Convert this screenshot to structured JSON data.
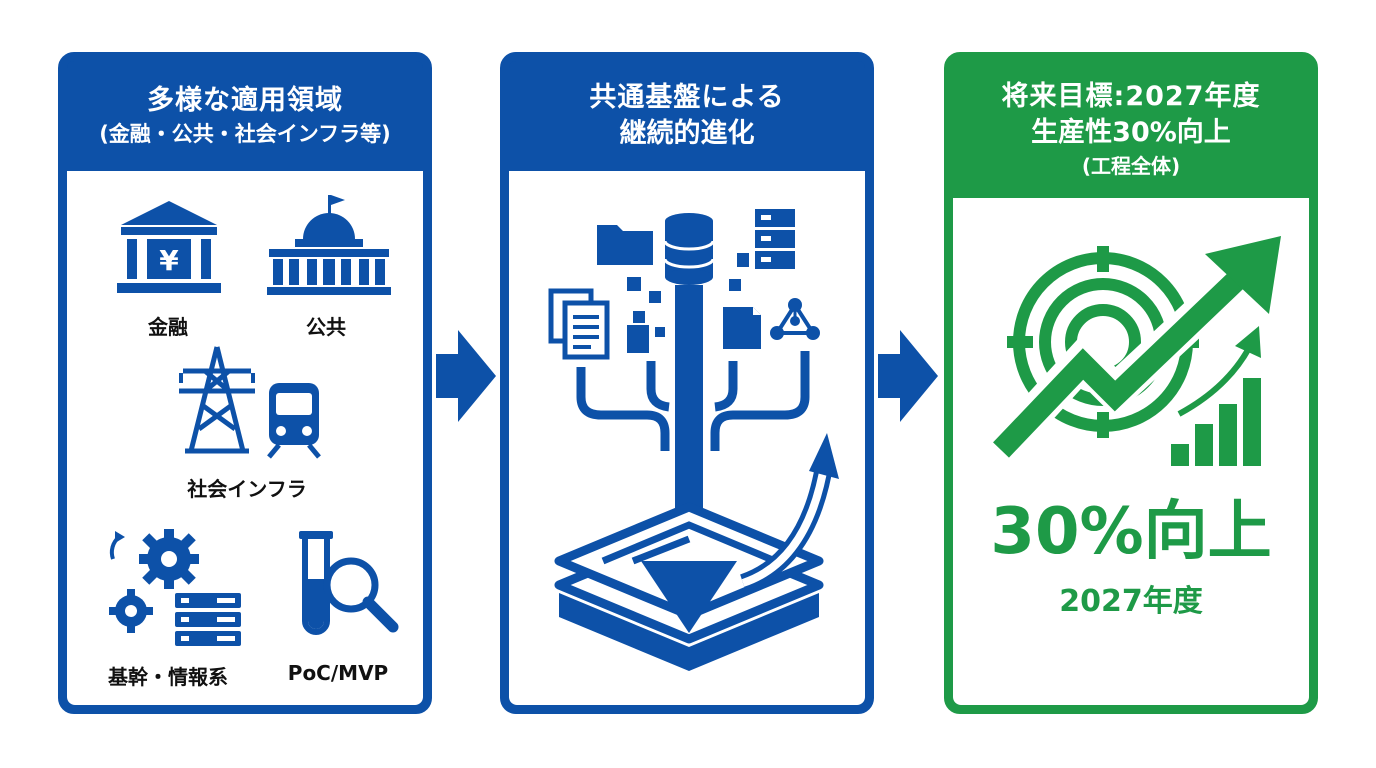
{
  "panels": {
    "domains": {
      "title_line1": "多様な適用領域",
      "title_line2": "(金融・公共・社会インフラ等)",
      "items": {
        "finance": "金融",
        "public": "公共",
        "infrastructure": "社会インフラ",
        "core_systems": "基幹・情報系",
        "poc": "PoC/MVP"
      },
      "icons": [
        "bank-yen-icon",
        "government-building-icon",
        "power-tower-icon",
        "train-icon",
        "gears-server-icon",
        "test-tube-magnifier-icon"
      ]
    },
    "platform": {
      "title_line1": "共通基盤による",
      "title_line2": "継続的進化",
      "icons": [
        "folder-icon",
        "database-icon",
        "server-icon",
        "documents-icon",
        "file-icon",
        "network-icon",
        "layered-platform-icon",
        "upward-arrow-icon"
      ]
    },
    "goal": {
      "title_line1": "将来目標:2027年度",
      "title_line2": "生産性30%向上",
      "title_line3": "(工程全体)",
      "big_value": "30%向上",
      "big_year": "2027年度",
      "icons": [
        "target-icon",
        "growth-arrow-icon",
        "bar-chart-icon"
      ]
    }
  },
  "colors": {
    "blue": "#0d51a8",
    "green": "#1e9a47"
  }
}
